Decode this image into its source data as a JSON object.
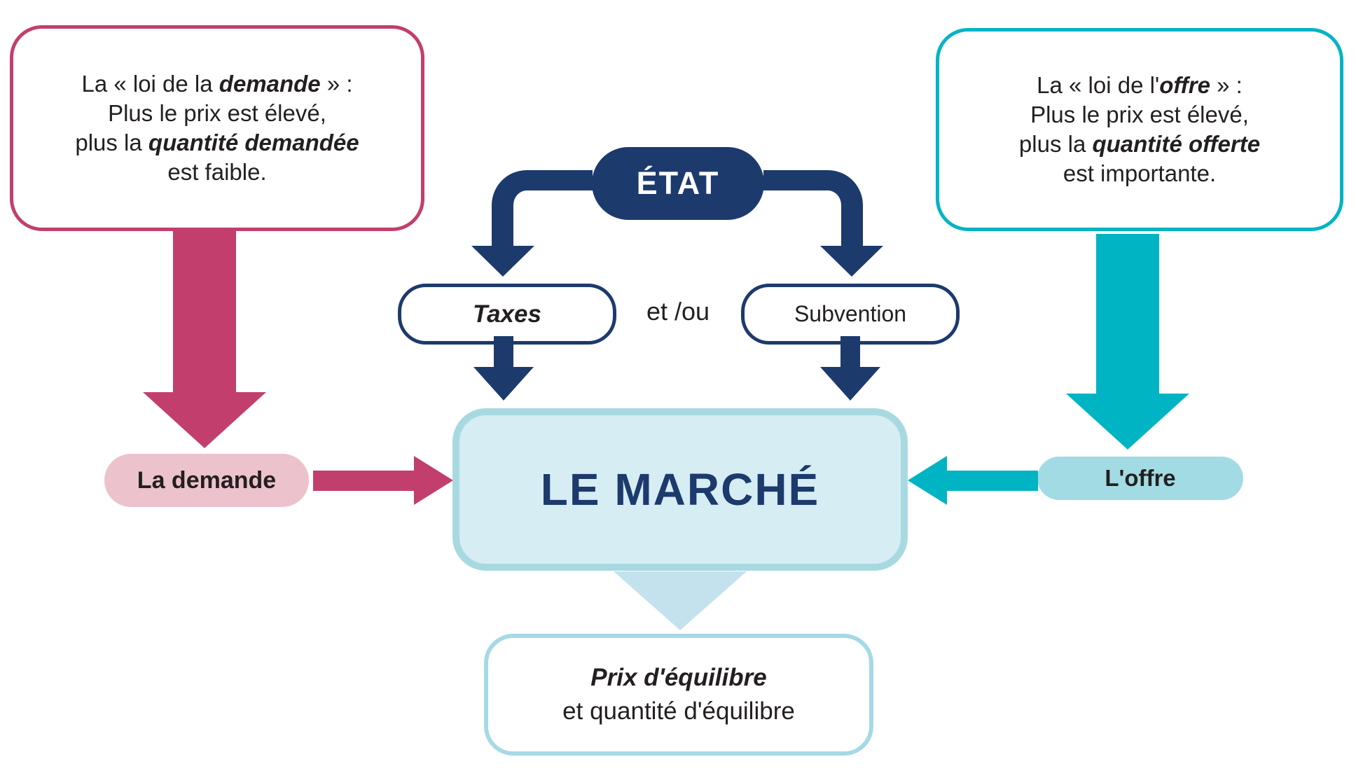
{
  "colors": {
    "pink": "#c23f6d",
    "pink_light": "#ecc2cc",
    "navy": "#1d3a6d",
    "teal": "#00b4c4",
    "teal_light": "#a2dbe3",
    "market_fill": "#d6edf4",
    "market_border": "#a8d9e0",
    "triangle_light": "#c3e2ed",
    "equilibrium_border": "#a5d9e6",
    "text_dark": "#231f20"
  },
  "demand_law_box": {
    "line1_pre": "La « loi de la ",
    "line1_em": "demande",
    "line1_post": " » :",
    "line2": "Plus le prix est élevé,",
    "line3_pre": "plus la ",
    "line3_em": "quantité demandée",
    "line4": "est faible."
  },
  "supply_law_box": {
    "line1_pre": "La « loi de l'",
    "line1_em": "offre",
    "line1_post": " » :",
    "line2": "Plus le prix est élevé,",
    "line3_pre": "plus la ",
    "line3_em": "quantité offerte",
    "line4": "est importante."
  },
  "state": {
    "label": "ÉTAT"
  },
  "instruments": {
    "taxes": "Taxes",
    "connector": "et /ou",
    "subvention": "Subvention"
  },
  "market": {
    "label": "LE MARCHÉ"
  },
  "demand": {
    "label": "La demande"
  },
  "supply": {
    "label": "L'offre"
  },
  "equilibrium_box": {
    "line1": "Prix d'équilibre",
    "line2": "et quantité d'équilibre"
  }
}
